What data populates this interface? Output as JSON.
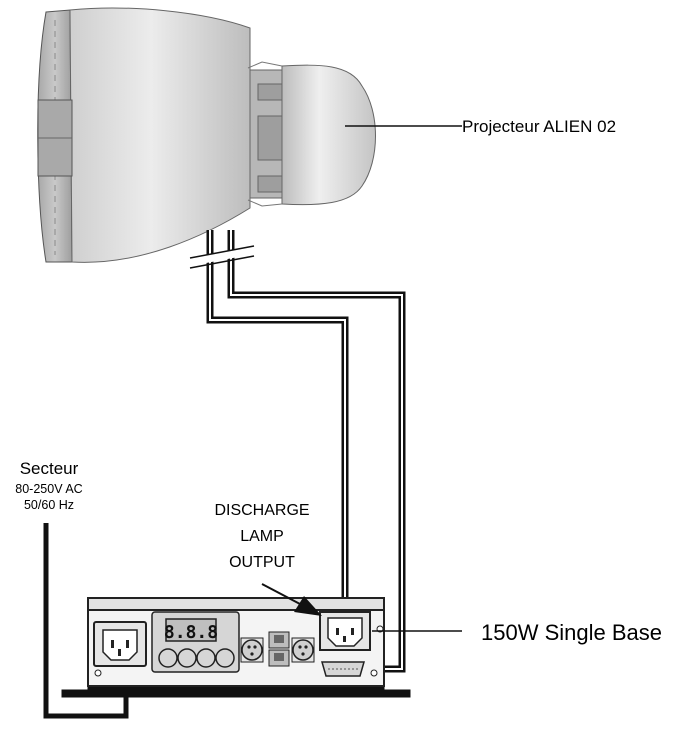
{
  "labels": {
    "projector": "Projecteur ALIEN 02",
    "single_base": "150W Single Base",
    "mains": {
      "title": "Secteur",
      "voltage": "80-250V AC",
      "frequency": "50/60 Hz"
    },
    "output": {
      "line1": "DISCHARGE",
      "line2": "LAMP",
      "line3": "OUTPUT"
    }
  },
  "ballast_display": "8.8.8",
  "colors": {
    "cable": "#111111",
    "housing_face": "#dcdcdc",
    "housing_side": "#bdbdbd",
    "box_fill": "#f2f2f2",
    "panel_fill": "#d6d6d6",
    "outline": "#222222"
  },
  "icons": [
    "projector-head-icon",
    "ballast-box-icon",
    "power-inlet-icon",
    "lamp-output-socket-icon",
    "xlr-connector-icon",
    "rj45-port-icon",
    "d-sub-connector-icon"
  ]
}
